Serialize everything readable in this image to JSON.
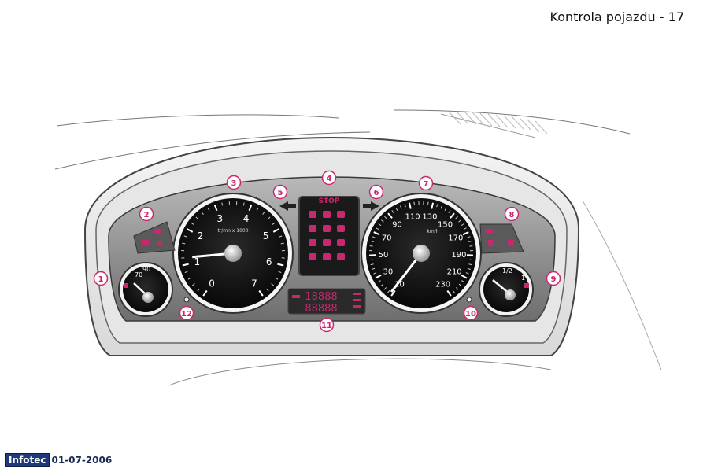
{
  "header": {
    "title": "Kontrola pojazdu - 17"
  },
  "footer": {
    "logo": "Infotec",
    "date": "01-07-2006"
  },
  "callouts": [
    "1",
    "2",
    "3",
    "4",
    "5",
    "6",
    "7",
    "8",
    "9",
    "10",
    "11",
    "12"
  ],
  "tachometer": {
    "ticks": [
      "0",
      "1",
      "2",
      "3",
      "4",
      "5",
      "6",
      "7"
    ],
    "unit": "tr/mn x 1000",
    "needle_rpm": 1.2
  },
  "speedometer": {
    "major_ticks": [
      "10",
      "30",
      "50",
      "70",
      "90",
      "110",
      "130",
      "150",
      "170",
      "190",
      "210",
      "230"
    ],
    "unit": "km/h",
    "needle_kmh": 12
  },
  "temperature_gauge": {
    "ticks": [
      "70",
      "90"
    ]
  },
  "fuel_gauge": {
    "ticks": [
      "1/2",
      "1"
    ]
  },
  "warning_panel": {
    "stop_label": "STOP"
  },
  "odometer": {
    "top": "18888",
    "bottom": "88888"
  },
  "colors": {
    "warning_magenta": "#c8286e",
    "dial_face": "#0c0c0c",
    "bezel": "#8a8a8a"
  }
}
